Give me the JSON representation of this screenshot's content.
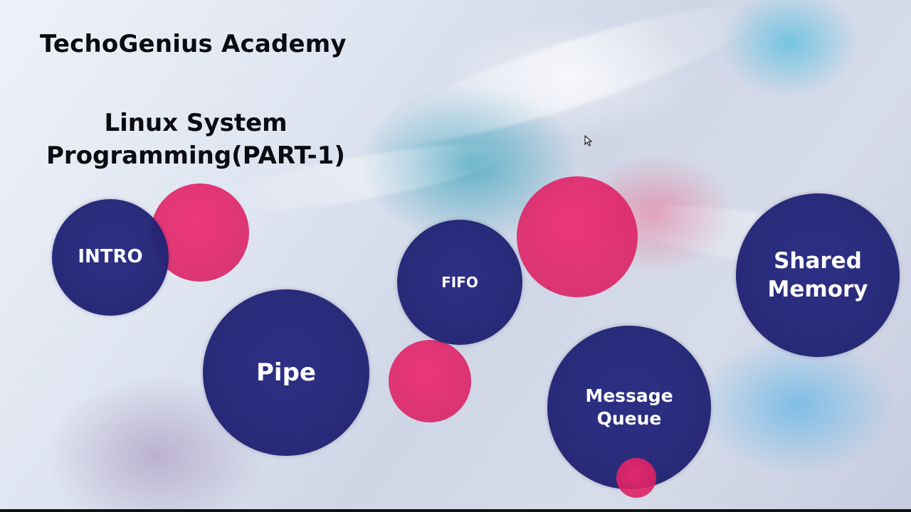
{
  "header": {
    "brand": "TechoGenius Academy",
    "course_line1": "Linux System",
    "course_line2": "Programming(PART-1)"
  },
  "topics": {
    "intro": "INTRO",
    "pipe": "Pipe",
    "fifo": "FIFO",
    "message_queue_line1": "Message",
    "message_queue_line2": "Queue",
    "shared_memory_line1": "Shared",
    "shared_memory_line2": "Memory"
  },
  "colors": {
    "bubble_navy": "#25287a",
    "bubble_pink": "#e0286e",
    "title_text": "#0b0b12"
  }
}
